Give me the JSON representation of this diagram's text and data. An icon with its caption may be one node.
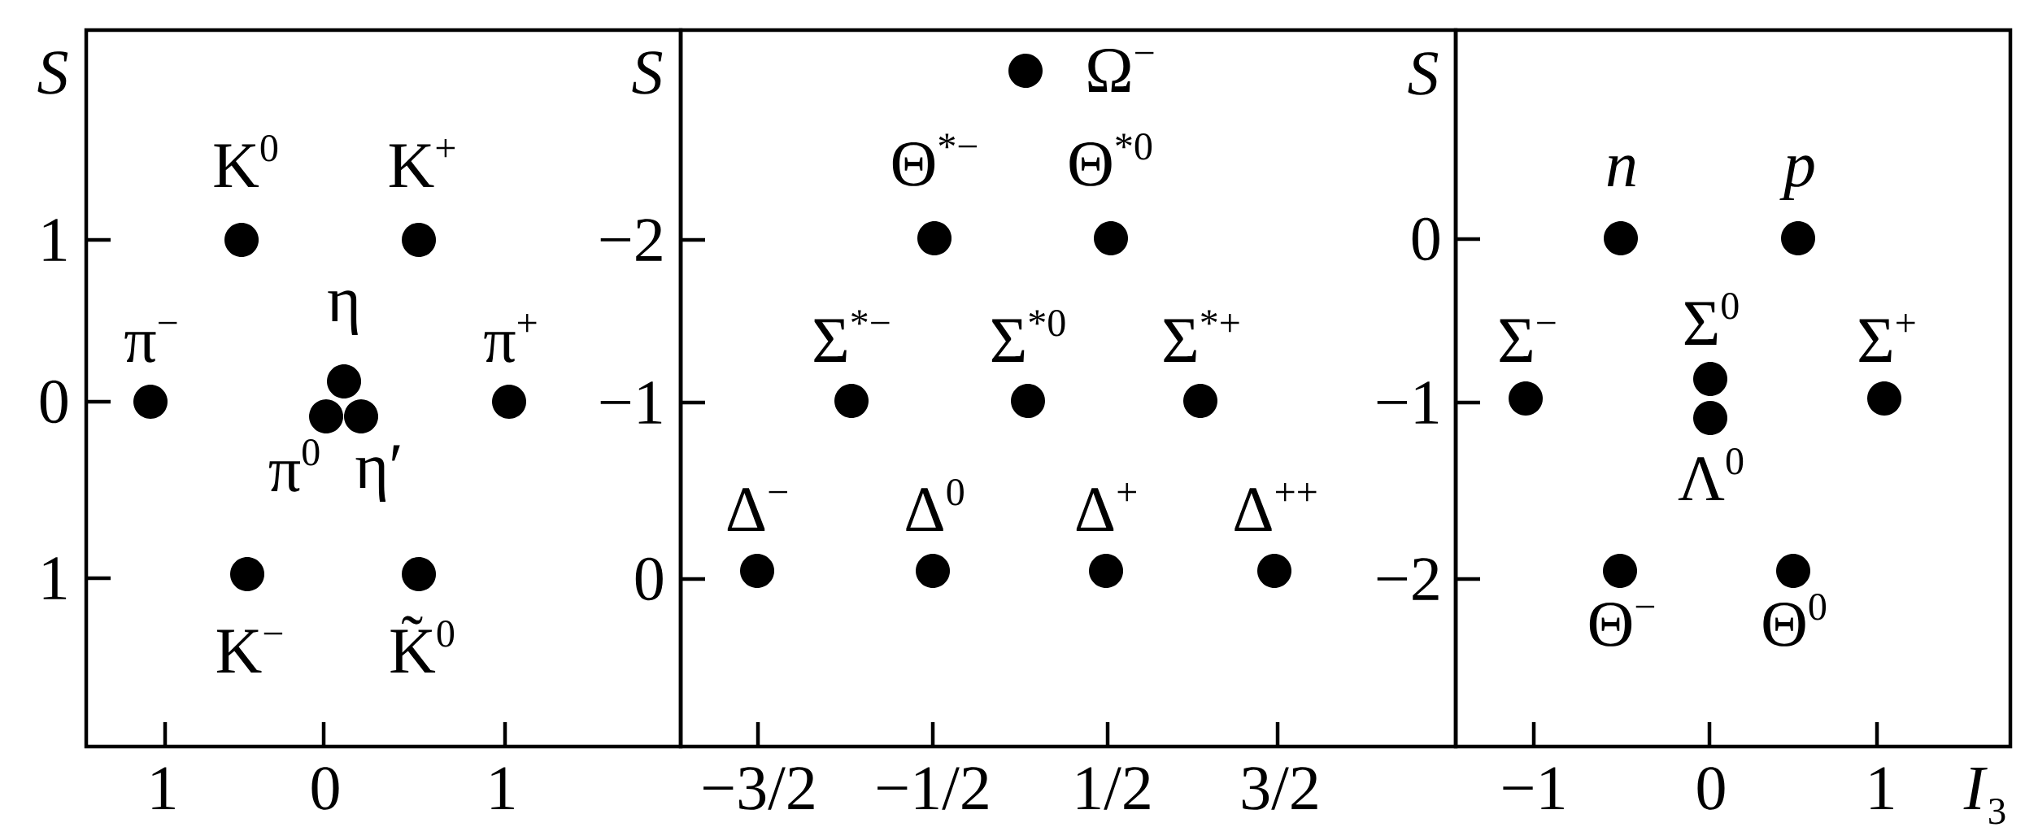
{
  "diagram": {
    "nodes": [
      {
        "text": [],
        "shape": "circle",
        "beside": [
          "K$^{0}$"
        ]
      },
      {
        "text": [],
        "shape": "circle",
        "beside": [
          "K$^{+}$"
        ]
      },
      {
        "text": [],
        "shape": "circle",
        "beside": [
          "η"
        ]
      },
      {
        "text": [],
        "shape": "circle",
        "beside": [
          "π$^{−}$"
        ]
      },
      {
        "text": [],
        "shape": "circle",
        "beside": [
          "π$^{+}$"
        ]
      },
      {
        "text": [],
        "shape": "circle",
        "beside": [
          "π$^{0}$"
        ]
      },
      {
        "text": [],
        "shape": "circle",
        "beside": [
          "η′"
        ]
      },
      {
        "text": [],
        "shape": "circle",
        "beside": [
          "K$^{−}$"
        ]
      },
      {
        "text": [],
        "shape": "circle",
        "beside": [
          "K̃$^{0}$"
        ]
      },
      {
        "text": [],
        "shape": "circle",
        "beside": [
          "Ω$^{−}$"
        ]
      },
      {
        "text": [],
        "shape": "circle",
        "beside": [
          "Θ$^{*−}$"
        ]
      },
      {
        "text": [],
        "shape": "circle",
        "beside": [
          "Θ$^{*0}$"
        ]
      },
      {
        "text": [],
        "shape": "circle",
        "beside": [
          "Σ$^{*−}$"
        ]
      },
      {
        "text": [],
        "shape": "circle",
        "beside": [
          "Σ$^{*0}$"
        ]
      },
      {
        "text": [],
        "shape": "circle",
        "beside": [
          "Σ$^{*+}$"
        ]
      },
      {
        "text": [],
        "shape": "circle",
        "beside": [
          "Δ$^{−}$"
        ]
      },
      {
        "text": [],
        "shape": "circle",
        "beside": [
          "Δ$^{0}$"
        ]
      },
      {
        "text": [],
        "shape": "circle",
        "beside": [
          "Δ$^{+}$"
        ]
      },
      {
        "text": [],
        "shape": "circle",
        "beside": [
          "Δ$^{++}$"
        ]
      },
      {
        "text": [],
        "shape": "circle",
        "beside": [
          "n"
        ]
      },
      {
        "text": [],
        "shape": "circle",
        "beside": [
          "p"
        ]
      },
      {
        "text": [],
        "shape": "circle",
        "beside": [
          "Σ$^{−}$"
        ]
      },
      {
        "text": [],
        "shape": "circle",
        "beside": [
          "Σ$^{0}$"
        ]
      },
      {
        "text": [],
        "shape": "circle",
        "beside": [
          "Σ$^{+}$"
        ]
      },
      {
        "text": [],
        "shape": "circle",
        "beside": [
          "Λ$^{0}$"
        ]
      },
      {
        "text": [],
        "shape": "circle",
        "beside": [
          "Θ$^{−}$"
        ]
      },
      {
        "text": [],
        "shape": "circle",
        "beside": [
          "Θ$^{0}$"
        ]
      }
    ],
    "labels": [
      "S",
      "1",
      "0",
      "1",
      "1",
      "0",
      "1",
      "S",
      "−2",
      "−1",
      "0",
      "−3/2",
      "−1/2",
      "1/2",
      "3/2",
      "S",
      "0",
      "−1",
      "−2",
      "−1",
      "0",
      "1",
      "*I*$_{3}$"
    ]
  }
}
